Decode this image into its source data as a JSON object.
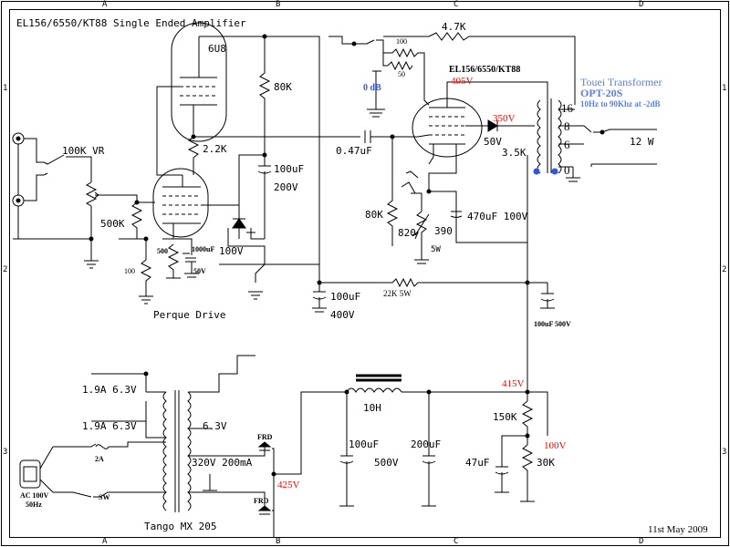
{
  "title": "EL156/6550/KT88  Single Ended Amplifier",
  "date": "11st May 2009",
  "border_labels": {
    "columns": [
      "A",
      "B",
      "C",
      "D"
    ],
    "rows": [
      "1",
      "2",
      "3"
    ]
  },
  "tubes": {
    "driver_tube": "6U8",
    "output_tube": "EL156/6550/KT88"
  },
  "components": {
    "r_80k_plate": "80K",
    "r_2_2k": "2.2K",
    "c_100uf_top": "100uF",
    "v_200v": "200V",
    "vr_100k": "100K VR",
    "r_500k": "500K",
    "r_500": "500",
    "c_1000uf": "1000uF",
    "v_100v": "100V",
    "v_50v_small": "50V",
    "r_100": "100",
    "perque_drive": "Perque Drive",
    "c_047uf": "0.47uF",
    "r_4_7k": "4.7K",
    "r_100_switch": "100",
    "r_50_switch": "50",
    "zero_db": "0 dB",
    "r_80k_grid": "80K",
    "r_820": "820",
    "r_390": "390",
    "r_5w": "5W",
    "c_470uf": "470uF 100V",
    "v_50v": "50V",
    "r_22k_5w": "22K 5W",
    "c_100uf_mid": "100uF",
    "v_400v": "400V",
    "c_100uf_500v": "100uF 500V",
    "imp_3_5k": "3.5K",
    "tap_16": "16",
    "tap_8": "8",
    "tap_6": "6",
    "tap_0": "0",
    "output_12w": "12 W",
    "ps_1_9a_a": "1.9A 6.3V",
    "ps_1_9a_b": "1.9A 6.3V",
    "ps_6_3v": "6.3V",
    "ps_320v": "320V 200mA",
    "frd_top": "FRD",
    "frd_bottom": "FRD",
    "fuse_2a": "2A",
    "sw": "SW",
    "ac_line": "AC 100V",
    "ac_freq": "50Hz",
    "tango": "Tango MX 205",
    "choke_10h": "10H",
    "ps_c_100uf": "100uF",
    "ps_v_500v": "500V",
    "ps_c_200uf": "200uF",
    "r_150k": "150K",
    "r_30k": "30K",
    "c_47uf": "47uF"
  },
  "voltages": {
    "v_405": "405V",
    "v_350": "350V",
    "v_425": "425V",
    "v_415": "415V",
    "v_100": "100V"
  },
  "transformer": {
    "brand": "Touei Transformer",
    "model": "OPT-20S",
    "spec": "10Hz to 90Khz at -2dB"
  },
  "colors": {
    "ink": "#000000",
    "voltage_red": "#ff0000",
    "note_blue": "#5a7fe0",
    "dot_blue": "#3355dd"
  }
}
